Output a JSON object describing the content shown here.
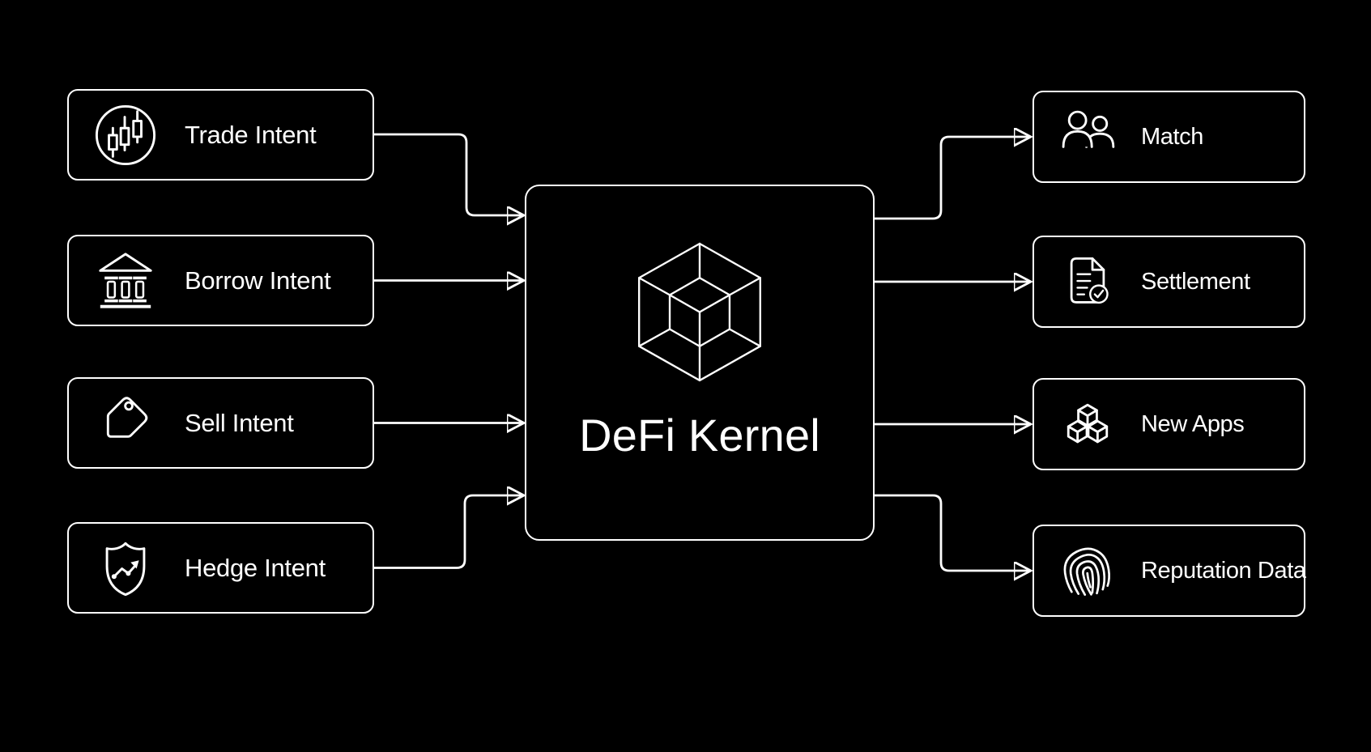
{
  "diagram": {
    "type": "hub-and-spoke-flow",
    "background_color": "#000000",
    "stroke_color": "#ffffff",
    "text_color": "#ffffff",
    "center_node": {
      "label": "DeFi Kernel",
      "icon": "hypercube-icon"
    },
    "input_nodes": [
      {
        "label": "Trade Intent",
        "icon": "candlestick-chart-icon"
      },
      {
        "label": "Borrow Intent",
        "icon": "bank-icon"
      },
      {
        "label": "Sell Intent",
        "icon": "price-tag-icon"
      },
      {
        "label": "Hedge Intent",
        "icon": "shield-trend-icon"
      }
    ],
    "output_nodes": [
      {
        "label": "Match",
        "icon": "people-icon"
      },
      {
        "label": "Settlement",
        "icon": "document-check-icon"
      },
      {
        "label": "New Apps",
        "icon": "stacked-cubes-icon"
      },
      {
        "label": "Reputation Data",
        "icon": "fingerprint-icon"
      }
    ],
    "connections": [
      {
        "from": "Trade Intent",
        "to": "DeFi Kernel"
      },
      {
        "from": "Borrow Intent",
        "to": "DeFi Kernel"
      },
      {
        "from": "Sell Intent",
        "to": "DeFi Kernel"
      },
      {
        "from": "Hedge Intent",
        "to": "DeFi Kernel"
      },
      {
        "from": "DeFi Kernel",
        "to": "Match"
      },
      {
        "from": "DeFi Kernel",
        "to": "Settlement"
      },
      {
        "from": "DeFi Kernel",
        "to": "New Apps"
      },
      {
        "from": "DeFi Kernel",
        "to": "Reputation Data"
      }
    ]
  }
}
